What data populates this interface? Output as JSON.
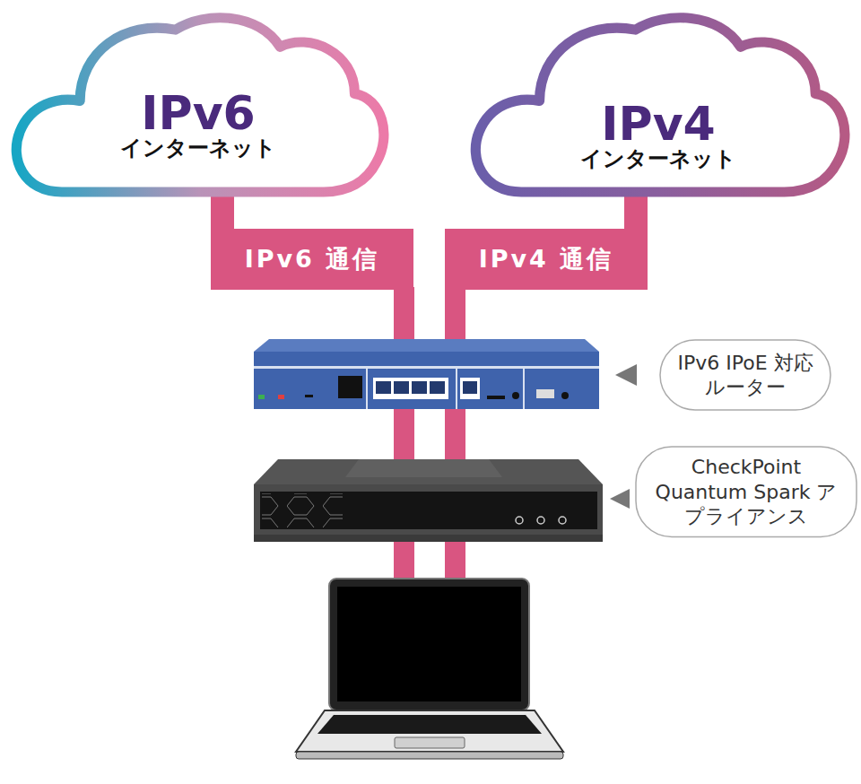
{
  "diagram": {
    "nodes": [
      {
        "text": [
          "IPv6",
          "インターネット"
        ]
      },
      {
        "text": [
          "IPv4",
          "インターネット"
        ]
      },
      {
        "text": [
          "IPv6 IPoE 対応ルーター"
        ]
      },
      {
        "text": [
          "CheckPoint Quantum Spark アプライアンス"
        ]
      }
    ],
    "labels": [
      "IPv6 通信",
      "IPv4 通信"
    ]
  }
}
